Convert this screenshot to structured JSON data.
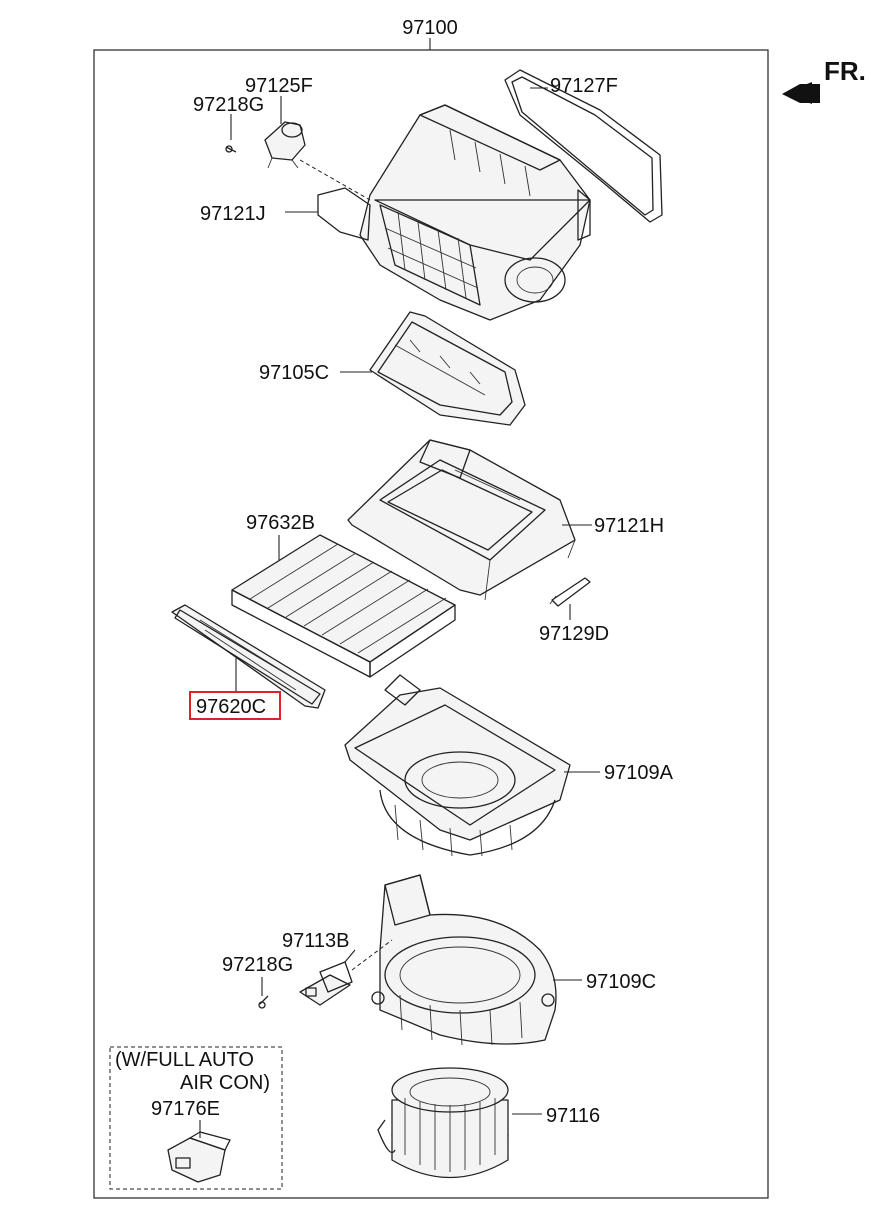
{
  "assembly_label": "97100",
  "direction_label": "FR.",
  "option_note_line1": "(W/FULL AUTO",
  "option_note_line2": "AIR CON)",
  "highlight_color": "#e0202a",
  "parts": {
    "p97125F": "97125F",
    "p97218G_top": "97218G",
    "p97127F": "97127F",
    "p97121J": "97121J",
    "p97105C": "97105C",
    "p97632B": "97632B",
    "p97121H": "97121H",
    "p97129D": "97129D",
    "p97620C": "97620C",
    "p97109A": "97109A",
    "p97113B": "97113B",
    "p97218G_bottom": "97218G",
    "p97109C": "97109C",
    "p97176E": "97176E",
    "p97116": "97116"
  }
}
